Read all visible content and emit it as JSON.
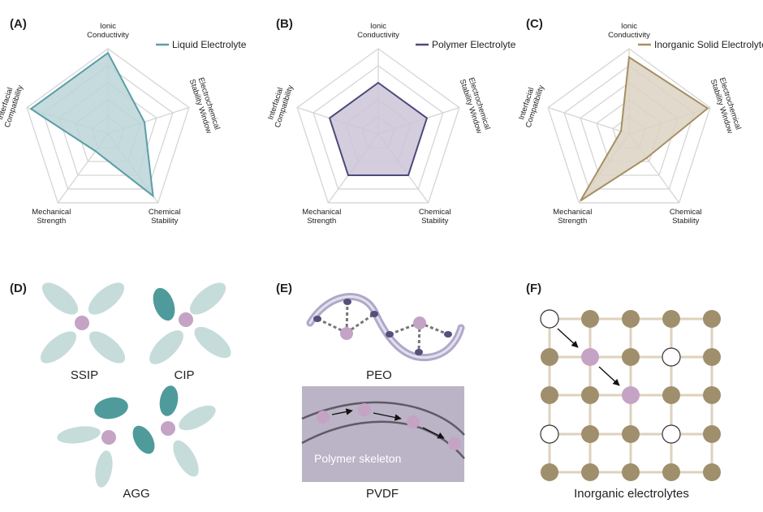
{
  "panels": {
    "A": {
      "label": "(A)",
      "legend": "Liquid Electrolyte",
      "fill": "#bcd5d8",
      "stroke": "#5a9ea6"
    },
    "B": {
      "label": "(B)",
      "legend": "Polymer Electrolyte",
      "fill": "#cbc4d7",
      "stroke": "#4c4a7a"
    },
    "C": {
      "label": "(C)",
      "legend": "Inorganic Solid Electrolyte",
      "fill": "#dcd2c2",
      "stroke": "#a68f62"
    },
    "D": {
      "label": "(D)",
      "captions": {
        "ssip": "SSIP",
        "cip": "CIP",
        "agg": "AGG"
      }
    },
    "E": {
      "label": "(E)",
      "captions": {
        "peo": "PEO",
        "pvdf": "PVDF"
      },
      "skeleton_label": "Polymer skeleton"
    },
    "F": {
      "label": "(F)",
      "caption": "Inorganic electrolytes"
    }
  },
  "axes": [
    {
      "key": "ionic",
      "lines": [
        "Ionic",
        "Conductivity"
      ]
    },
    {
      "key": "electrochem",
      "lines": [
        "Electrochemical",
        "Stability Window"
      ]
    },
    {
      "key": "chemical",
      "lines": [
        "Chemical",
        "Stability"
      ]
    },
    {
      "key": "mechanical",
      "lines": [
        "Mechanical",
        "Strength"
      ]
    },
    {
      "key": "interfacial",
      "lines": [
        "Interfacial",
        "Compatibility"
      ]
    }
  ],
  "chart_data": [
    {
      "type": "radar",
      "panel": "A",
      "series": [
        {
          "name": "Liquid Electrolyte",
          "values": [
            0.95,
            0.45,
            0.9,
            0.25,
            0.95
          ]
        }
      ],
      "scale": [
        0,
        1
      ],
      "grid_rings": 5,
      "legend_position": "top-right"
    },
    {
      "type": "radar",
      "panel": "B",
      "series": [
        {
          "name": "Polymer Electrolyte",
          "values": [
            0.6,
            0.6,
            0.6,
            0.6,
            0.6
          ]
        }
      ],
      "scale": [
        0,
        1
      ],
      "grid_rings": 5,
      "legend_position": "top-right"
    },
    {
      "type": "radar",
      "panel": "C",
      "series": [
        {
          "name": "Inorganic Solid Electrolyte",
          "values": [
            0.9,
            0.97,
            0.35,
            0.97,
            0.1
          ]
        }
      ],
      "scale": [
        0,
        1
      ],
      "grid_rings": 5,
      "legend_position": "top-right"
    }
  ],
  "colors": {
    "teal_ellipse_light": "#c5dcdb",
    "teal_ellipse_dark": "#4f9b9b",
    "lithium_ion": "#c4a3c5",
    "polymer_chain": "#b0a8c8",
    "polymer_node": "#53517c",
    "pvdf_background": "#bbb3c6",
    "pvdf_chain": "#5e5a66",
    "lattice_node": "#a08f6c",
    "lattice_line": "#ddd2bd",
    "vacancy_fill": "#ffffff",
    "arrow": "#111111"
  }
}
